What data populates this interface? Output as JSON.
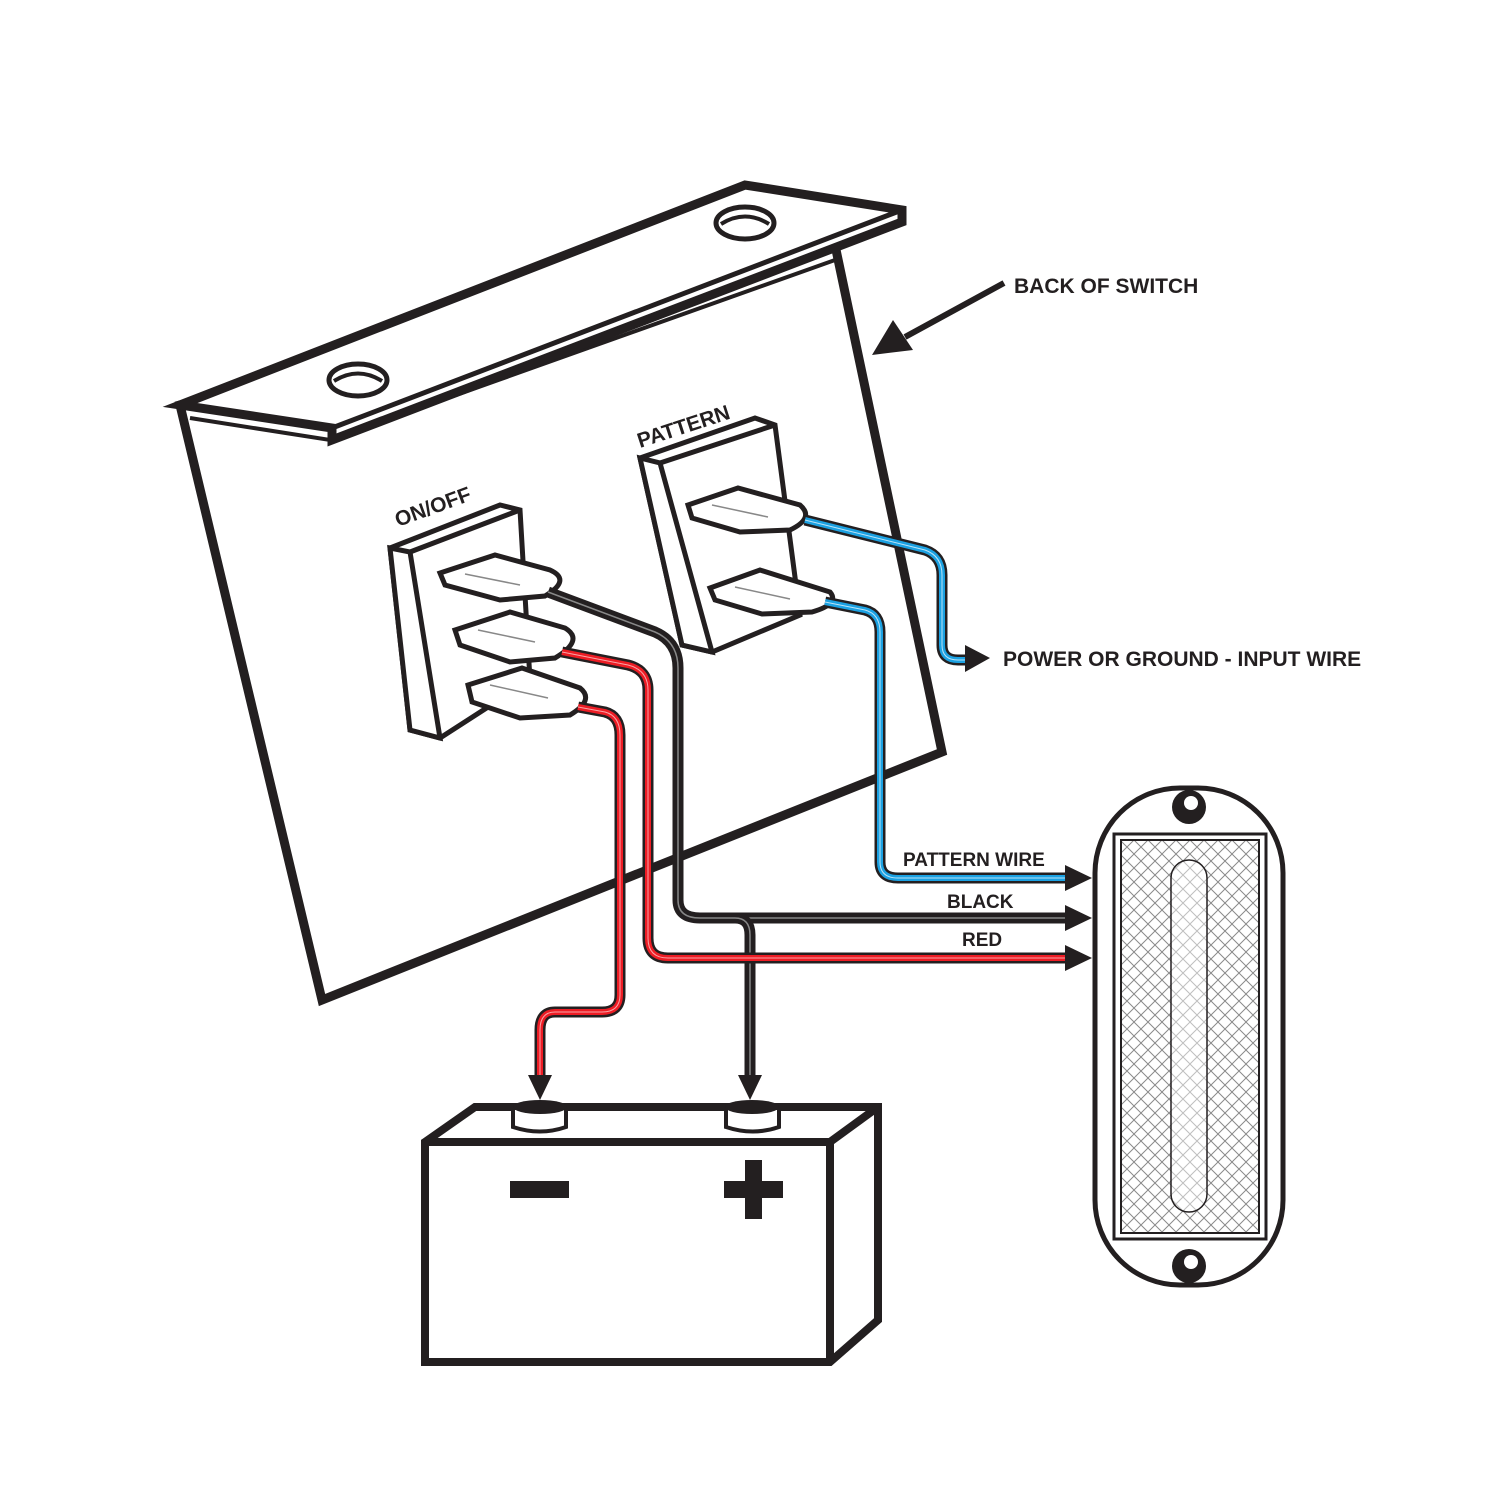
{
  "diagram": {
    "title": "Switch wiring diagram",
    "labels": {
      "back_of_switch": "BACK OF SWITCH",
      "on_off": "ON/OFF",
      "pattern": "PATTERN",
      "input_wire": "POWER OR GROUND - INPUT WIRE",
      "pattern_wire": "PATTERN WIRE",
      "black": "BLACK",
      "red": "RED"
    },
    "battery": {
      "negative_symbol": "−",
      "positive_symbol": "+"
    },
    "wire_colors": {
      "black": "#231f20",
      "red": "#ed1c24",
      "blue": "#1ba1e2",
      "outline": "#231f20"
    },
    "components": [
      "switch-panel",
      "on-off-switch",
      "pattern-switch",
      "battery",
      "light-module"
    ],
    "connections": [
      {
        "from": "on-off-switch.terminal-1",
        "to": "light-module",
        "wire": "black"
      },
      {
        "from": "on-off-switch.terminal-1",
        "to": "battery.positive",
        "wire": "black"
      },
      {
        "from": "on-off-switch.terminal-2",
        "to": "light-module",
        "wire": "red"
      },
      {
        "from": "on-off-switch.terminal-3",
        "to": "battery.negative",
        "wire": "red"
      },
      {
        "from": "pattern-switch.terminal-1",
        "to": "input",
        "wire": "blue"
      },
      {
        "from": "pattern-switch.terminal-2",
        "to": "light-module",
        "wire": "blue"
      }
    ]
  }
}
